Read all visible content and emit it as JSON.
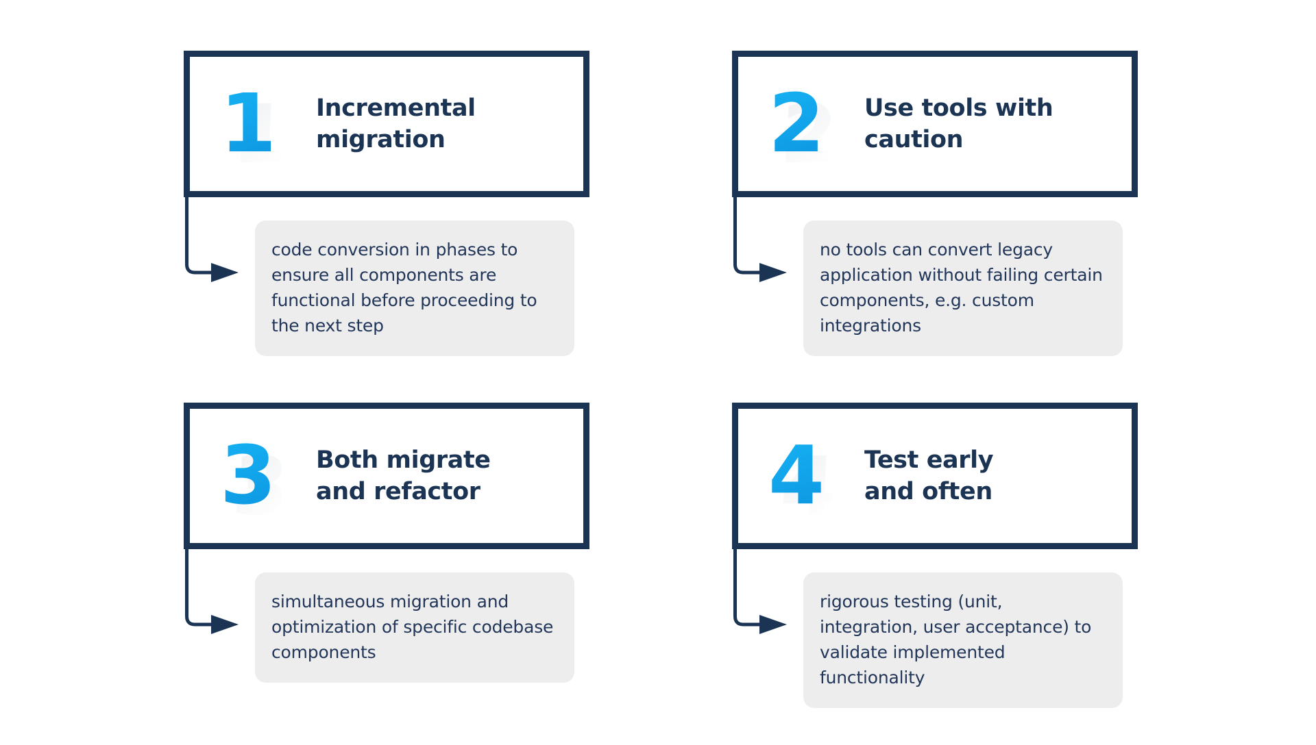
{
  "palette": {
    "card_border": "#1c3454",
    "numeral_blue": "#12a5ec",
    "numeral_blue_dark": "#0d93dd",
    "desc_background": "#ededed",
    "text_navy": "#1c3454",
    "desc_text": "#22365a",
    "page_background": "#ffffff",
    "numeral_shadow": "#d9dde2"
  },
  "steps": [
    {
      "number": "1",
      "title": "Incremental\nmigration",
      "description": "code conversion in phases to ensure all components are functional before proceeding to the next step"
    },
    {
      "number": "2",
      "title": "Use tools with\ncaution",
      "description": "no tools can convert legacy application without failing certain components, e.g. custom integrations"
    },
    {
      "number": "3",
      "title": "Both migrate\nand refactor",
      "description": "simultaneous migration and optimization of specific codebase components"
    },
    {
      "number": "4",
      "title": "Test early\nand often",
      "description": "rigorous testing (unit, integration, user acceptance) to validate implemented functionality"
    }
  ]
}
